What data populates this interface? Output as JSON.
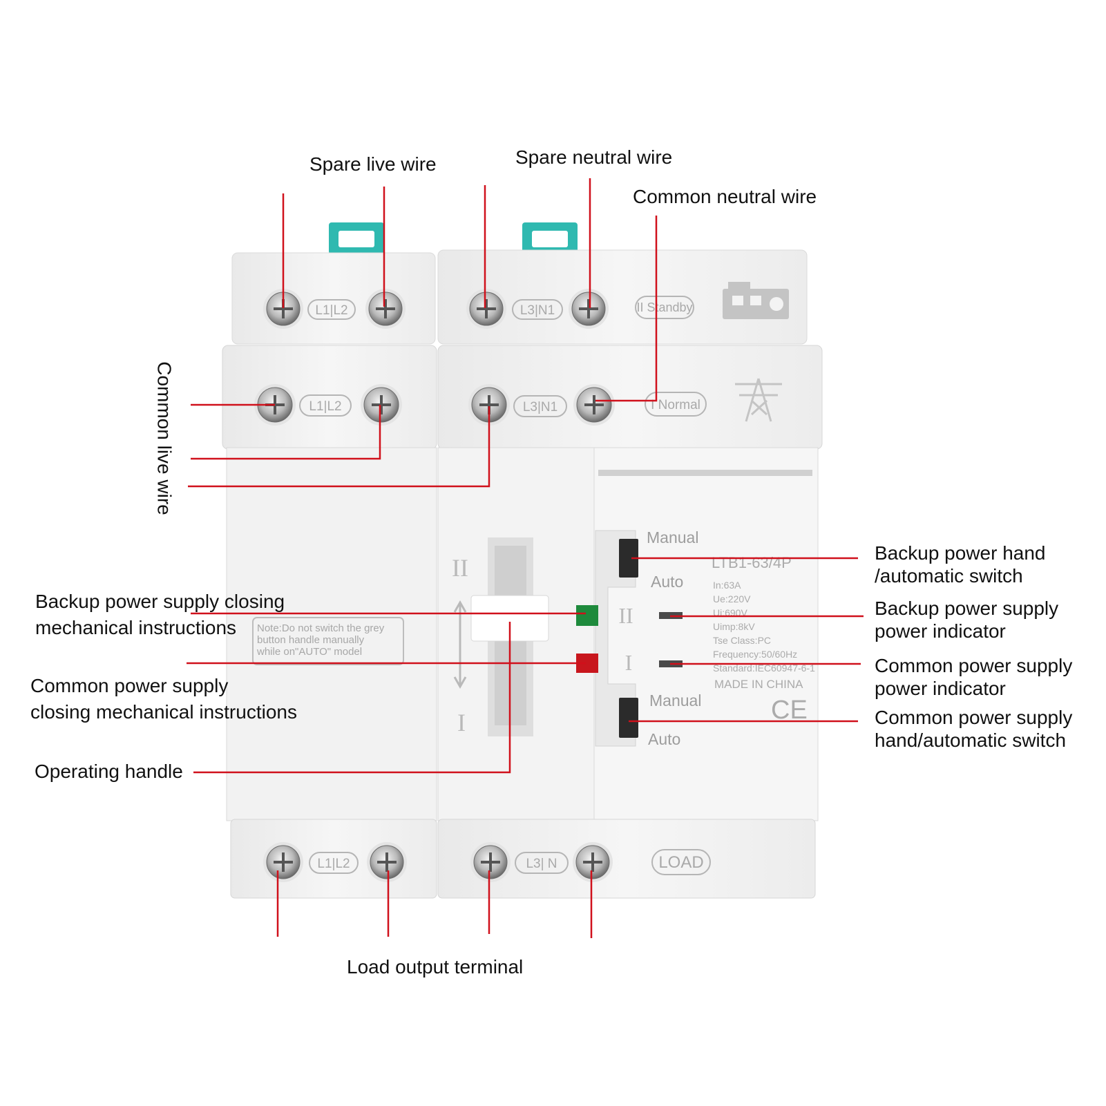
{
  "callouts": {
    "spare_live_wire": "Spare live wire",
    "spare_neutral_wire": "Spare neutral wire",
    "common_neutral_wire": "Common neutral wire",
    "common_live_wire": "Common live wire",
    "backup_hand_auto_switch": [
      "Backup power hand",
      "/automatic switch"
    ],
    "backup_power_indicator": [
      "Backup power supply",
      "power indicator"
    ],
    "common_power_indicator": [
      "Common power supply",
      "power indicator"
    ],
    "common_hand_auto_switch": [
      "Common power supply",
      "hand/automatic switch"
    ],
    "backup_closing_instructions": [
      "Backup power supply closing",
      "mechanical instructions"
    ],
    "common_closing_instructions": [
      "Common power supply",
      "closing mechanical instructions"
    ],
    "operating_handle": "Operating handle",
    "load_output_terminal": "Load output terminal"
  },
  "device": {
    "top_row": {
      "left_label": "L1|L2",
      "right_label": "L3|N1",
      "badge": "II Standby"
    },
    "middle_row": {
      "left_label": "L1|L2",
      "right_label": "L3|N1",
      "badge": "I Normal"
    },
    "bottom_row": {
      "left_label": "L1|L2",
      "right_label": "L3| N",
      "badge": "LOAD"
    },
    "note": [
      "Note:Do not switch the grey",
      "button handle manually",
      "while on\"AUTO\" model"
    ],
    "handle_positions": {
      "upper": "II",
      "lower": "I"
    },
    "indicator_marks": {
      "upper": "II",
      "lower": "I"
    },
    "switch_upper": {
      "top": "Manual",
      "bottom": "Auto"
    },
    "switch_lower": {
      "top": "Manual",
      "bottom": "Auto"
    },
    "specs": {
      "model": "LTB1-63/4P",
      "lines": [
        "In:63A",
        "Ue:220V",
        "Ui:690V",
        "Uimp:8kV",
        "Tse Class:PC",
        "Frequency:50/60Hz",
        "Standard:IEC60947-6-1"
      ],
      "origin": "MADE IN CHINA",
      "mark": "CE"
    }
  },
  "colors": {
    "leader_line": "#d0101b",
    "body": "#f1f1f1",
    "body_shade": "#e3e3e3",
    "clip": "#2fb9b0",
    "indicator_green": "#1e8a3c",
    "indicator_red": "#c8161d",
    "label_text": "#111111",
    "print_text": "#a9a9a9"
  },
  "icons": [
    "generator-icon",
    "power-tower-icon",
    "screw-terminal-icon",
    "arrow-up-down-icon"
  ]
}
